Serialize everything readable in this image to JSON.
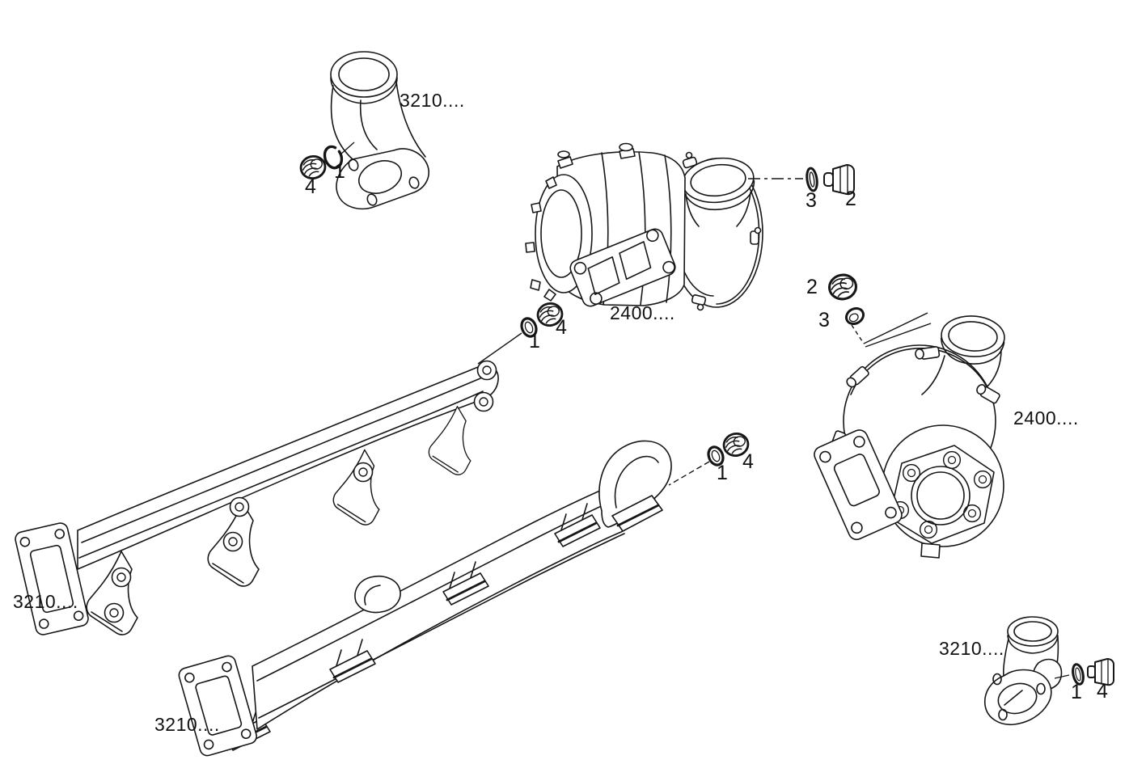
{
  "diagram": {
    "title": "Exhaust manifold and turbocharger exploded parts diagram",
    "background_color": "#ffffff",
    "line_color": "#161616"
  },
  "labels": {
    "elbow_top_left": "3210....",
    "turbo_center": "2400....",
    "turbo_right": "2400....",
    "manifold_upper": "3210....",
    "manifold_lower": "3210....",
    "elbow_bottom_right": "3210...."
  },
  "callouts": {
    "tl_ring": "1",
    "tl_plug": "4",
    "center_washer": "3",
    "center_plug": "2",
    "right_plug": "2",
    "right_washer": "3",
    "mid1_ring": "1",
    "mid1_plug": "4",
    "mid2_ring": "1",
    "mid2_plug": "4",
    "br_ring": "1",
    "br_plug": "4"
  }
}
